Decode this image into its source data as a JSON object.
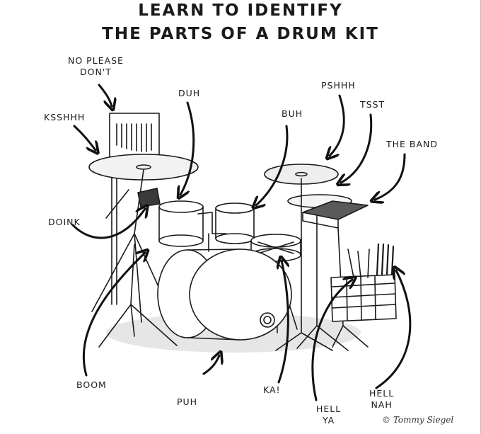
{
  "title": {
    "line1": "LEARN TO IDENTIFY",
    "line2": "THE PARTS OF A DRUM KIT"
  },
  "labels": {
    "no_please_dont_1": "NO PLEASE",
    "no_please_dont_2": "DON'T",
    "ksshhh": "KSSHHH",
    "duh": "DUH",
    "buh": "BUH",
    "pshhh": "PSHHH",
    "tsst": "TSST",
    "the_band": "THE BAND",
    "doink": "DOINK",
    "boom": "BOOM",
    "puh": "PUH",
    "ka": "KA!",
    "hell_ya_1": "HELL",
    "hell_ya_2": "YA",
    "hell_nah_1": "HELL",
    "hell_nah_2": "NAH"
  },
  "signature": "© Tommy Siegel"
}
